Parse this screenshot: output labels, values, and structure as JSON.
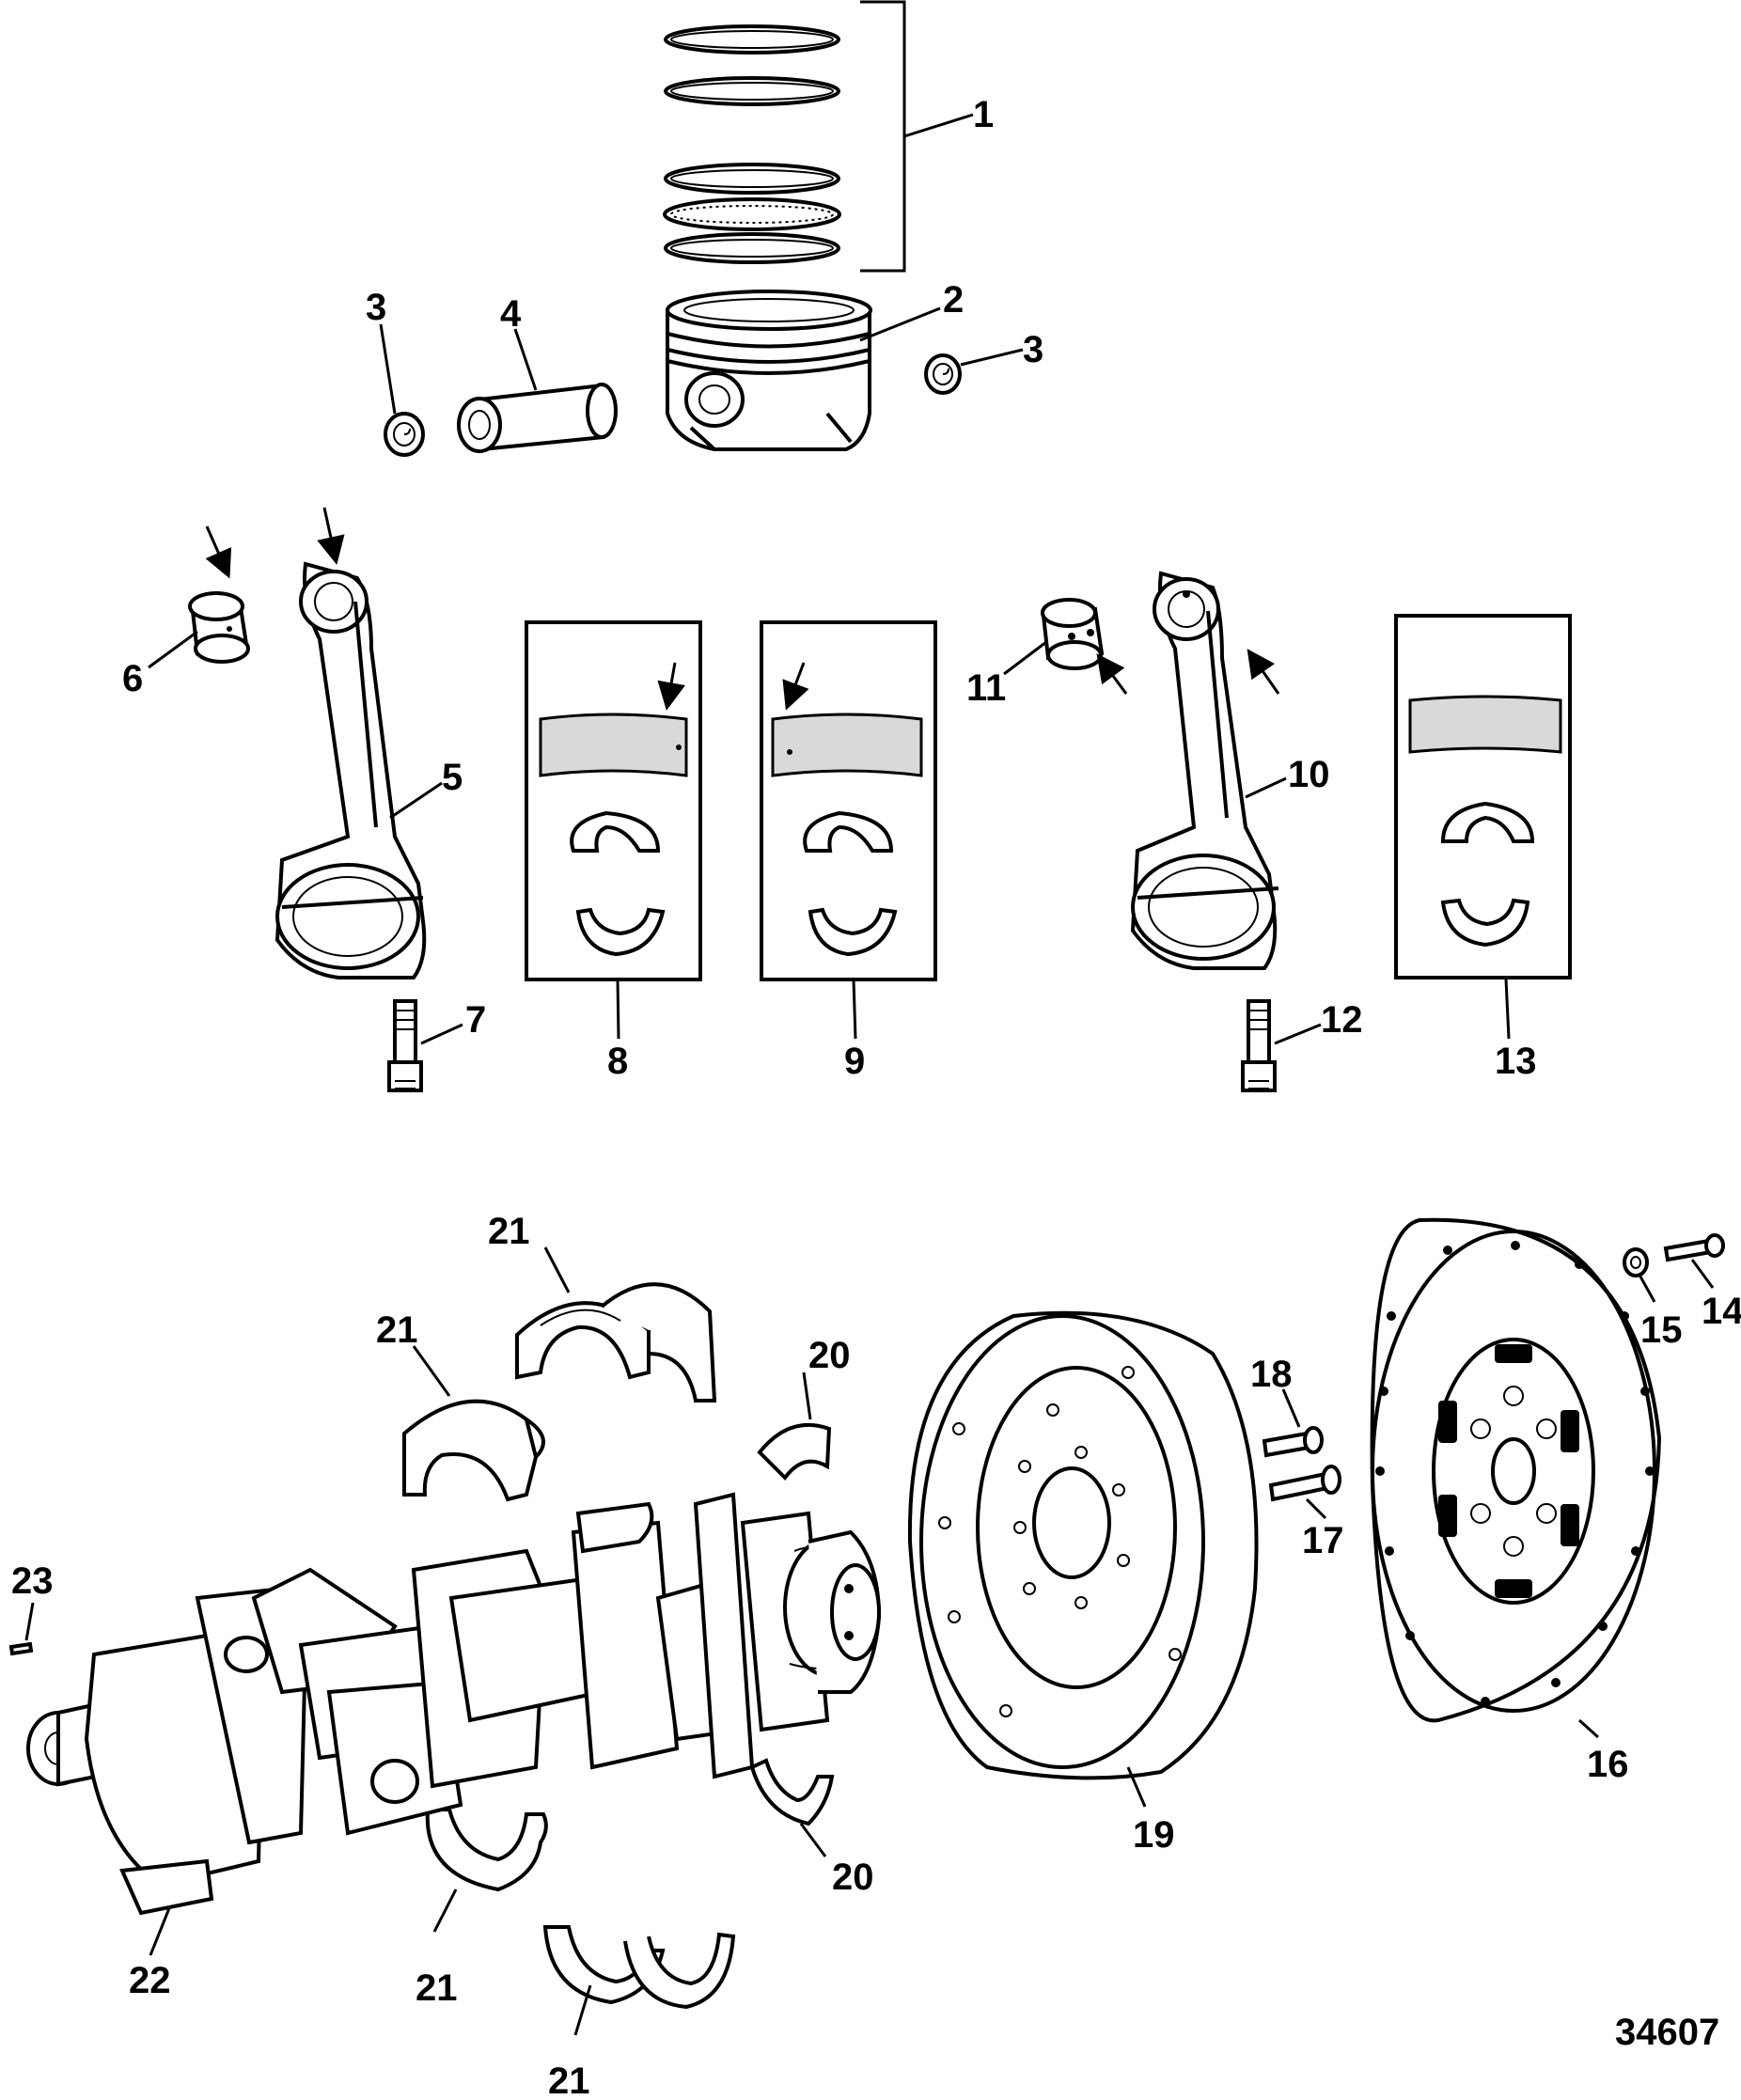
{
  "drawing_number": "34607",
  "callouts": {
    "c1": "1",
    "c2": "2",
    "c3a": "3",
    "c3b": "3",
    "c4": "4",
    "c5": "5",
    "c6": "6",
    "c7": "7",
    "c8": "8",
    "c9": "9",
    "c10": "10",
    "c11": "11",
    "c12": "12",
    "c13": "13",
    "c14": "14",
    "c15": "15",
    "c16": "16",
    "c17": "17",
    "c18": "18",
    "c19": "19",
    "c20a": "20",
    "c20b": "20",
    "c21a": "21",
    "c21b": "21",
    "c21c": "21",
    "c21d": "21",
    "c22": "22",
    "c23": "23"
  },
  "icons": {
    "orientation_arrow": "arrow-icon"
  }
}
